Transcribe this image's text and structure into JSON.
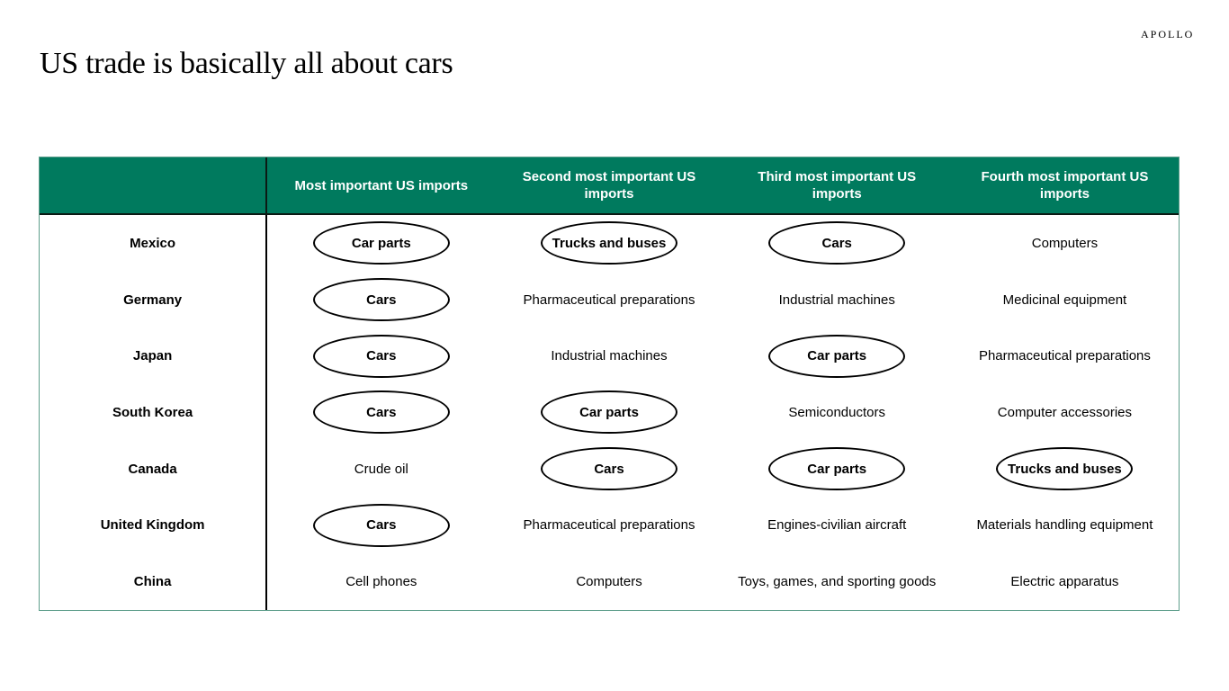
{
  "title": "US trade is basically all about cars",
  "logo": "APOLLO",
  "table": {
    "headers": [
      "",
      "Most important US imports",
      "Second most important US imports",
      "Third most important US imports",
      "Fourth most important US imports"
    ],
    "rows": [
      {
        "country": "Mexico",
        "cells": [
          {
            "text": "Car parts",
            "circled": true
          },
          {
            "text": "Trucks and buses",
            "circled": true
          },
          {
            "text": "Cars",
            "circled": true
          },
          {
            "text": "Computers",
            "circled": false
          }
        ]
      },
      {
        "country": "Germany",
        "cells": [
          {
            "text": "Cars",
            "circled": true
          },
          {
            "text": "Pharmaceutical preparations",
            "circled": false
          },
          {
            "text": "Industrial machines",
            "circled": false
          },
          {
            "text": "Medicinal equipment",
            "circled": false
          }
        ]
      },
      {
        "country": "Japan",
        "cells": [
          {
            "text": "Cars",
            "circled": true
          },
          {
            "text": "Industrial machines",
            "circled": false
          },
          {
            "text": "Car parts",
            "circled": true
          },
          {
            "text": "Pharmaceutical preparations",
            "circled": false
          }
        ]
      },
      {
        "country": "South Korea",
        "cells": [
          {
            "text": "Cars",
            "circled": true
          },
          {
            "text": "Car parts",
            "circled": true
          },
          {
            "text": "Semiconductors",
            "circled": false
          },
          {
            "text": "Computer accessories",
            "circled": false
          }
        ]
      },
      {
        "country": "Canada",
        "cells": [
          {
            "text": "Crude oil",
            "circled": false
          },
          {
            "text": "Cars",
            "circled": true
          },
          {
            "text": "Car parts",
            "circled": true
          },
          {
            "text": "Trucks and buses",
            "circled": true
          }
        ]
      },
      {
        "country": "United Kingdom",
        "cells": [
          {
            "text": "Cars",
            "circled": true
          },
          {
            "text": "Pharmaceutical preparations",
            "circled": false
          },
          {
            "text": "Engines-civilian aircraft",
            "circled": false
          },
          {
            "text": "Materials handling equipment",
            "circled": false
          }
        ]
      },
      {
        "country": "China",
        "cells": [
          {
            "text": "Cell phones",
            "circled": false
          },
          {
            "text": "Computers",
            "circled": false
          },
          {
            "text": "Toys, games, and sporting goods",
            "circled": false
          },
          {
            "text": "Electric apparatus",
            "circled": false
          }
        ]
      }
    ]
  },
  "colors": {
    "header_bg": "#007a5e"
  }
}
